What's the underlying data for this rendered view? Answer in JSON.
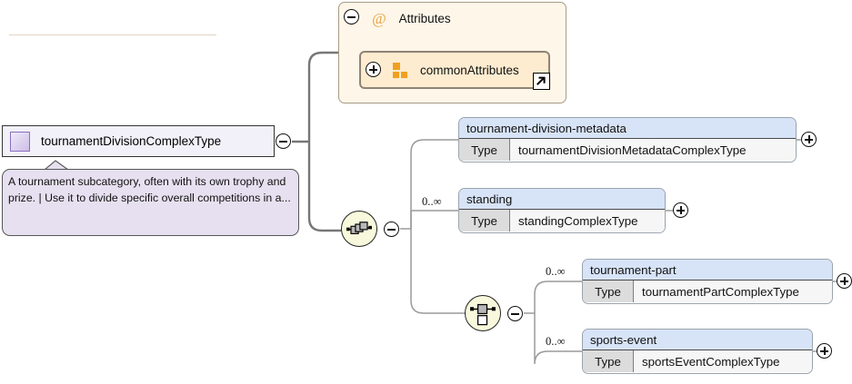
{
  "diagram": {
    "title": "tournamentDivisionComplexType XSD structure",
    "colors": {
      "element_header": "#d7e3f7",
      "type_key_cell": "#dcdcdc",
      "attributes_panel": "#fdf6e9",
      "attribute_group": "#fdecd0",
      "attribute_icon": "#f0a020",
      "root_box": "#f2f0f8",
      "annotation_balloon": "#e6e0f0",
      "compositor": "#f8f8dc",
      "wire": "#777777"
    }
  },
  "root": {
    "name": "tournamentDivisionComplexType",
    "icon": "element-swatch-icon",
    "toggle": "collapse-toggle",
    "annotation": "A tournament subcategory, often with its own trophy and prize. | Use it to divide specific overall competitions in a..."
  },
  "attributes_panel": {
    "title": "Attributes",
    "at_symbol": "@",
    "toggle": "collapse-toggle",
    "attribute_group": {
      "name": "commonAttributes",
      "toggle": "expand-toggle",
      "icon": "attribute-group-icon",
      "external_ref_icon": "↗"
    }
  },
  "compositors": [
    {
      "id": "sequence",
      "icon": "sequence-icon",
      "toggle": "collapse-toggle"
    },
    {
      "id": "choice",
      "icon": "choice-icon",
      "toggle": "collapse-toggle"
    }
  ],
  "elements": [
    {
      "id": "tournament-division-metadata",
      "name": "tournament-division-metadata",
      "type_label": "Type",
      "type_value": "tournamentDivisionMetadataComplexType",
      "occurrence": "",
      "toggle": "expand-toggle"
    },
    {
      "id": "standing",
      "name": "standing",
      "type_label": "Type",
      "type_value": "standingComplexType",
      "occurrence": "0..∞",
      "toggle": "expand-toggle"
    },
    {
      "id": "tournament-part",
      "name": "tournament-part",
      "type_label": "Type",
      "type_value": "tournamentPartComplexType",
      "occurrence": "0..∞",
      "toggle": "expand-toggle"
    },
    {
      "id": "sports-event",
      "name": "sports-event",
      "type_label": "Type",
      "type_value": "sportsEventComplexType",
      "occurrence": "0..∞",
      "toggle": "expand-toggle"
    }
  ]
}
